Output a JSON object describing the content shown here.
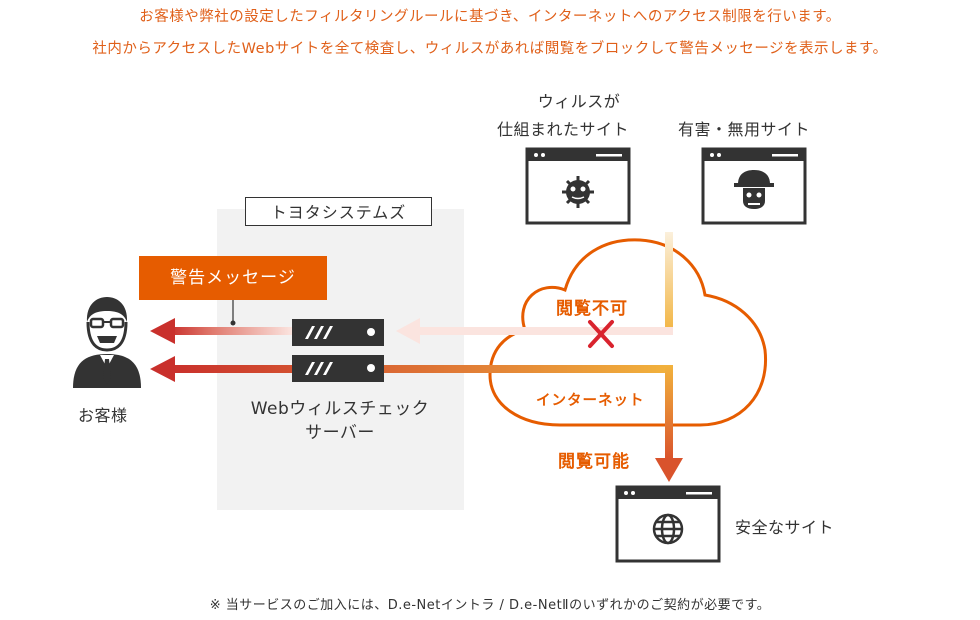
{
  "description": {
    "line1": "お客様や弊社の設定したフィルタリングルールに基づき、インターネットへのアクセス制限を行います。",
    "line2": "社内からアクセスしたWebサイトを全て検査し、ウィルスがあれば閲覧をブロックして警告メッセージを表示します。"
  },
  "virus_site": {
    "line1": "ウィルスが",
    "line2": "仕組まれたサイト"
  },
  "harmful_site": {
    "label": "有害・無用サイト"
  },
  "system": {
    "name": "トヨタシステムズ"
  },
  "warning": {
    "label": "警告メッセージ"
  },
  "customer": {
    "label": "お客様"
  },
  "server": {
    "line1": "Webウィルスチェック",
    "line2": "サーバー"
  },
  "cloud": {
    "blocked": "閲覧不可",
    "internet": "インターネット"
  },
  "allowed": {
    "label": "閲覧可能"
  },
  "safe_site": {
    "label": "安全なサイト"
  },
  "note": "※ 当サービスのご加入には、D.e-Netイントラ / D.e-NetⅡのいずれかのご契約が必要です。",
  "colors": {
    "accent": "#e65c00",
    "arrow_red": "#c9302c",
    "arrow_yellow": "#f2b33d",
    "dark": "#333333",
    "panel": "#f2f2f2"
  },
  "icons": [
    "virus-icon",
    "pirate-skull-icon",
    "globe-icon",
    "person-icon",
    "server-icon",
    "block-x-icon",
    "cloud-icon"
  ]
}
